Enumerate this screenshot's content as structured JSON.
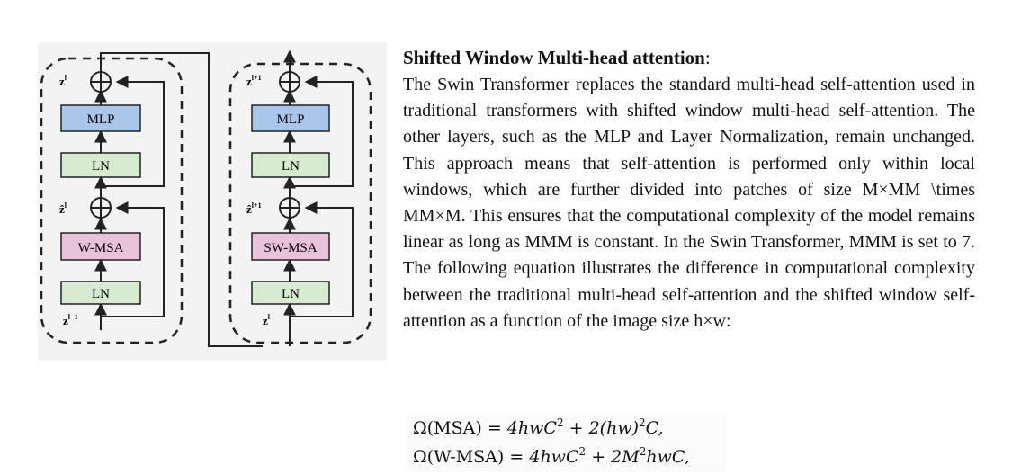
{
  "diagram": {
    "left_block": {
      "top_var": "z",
      "top_sup": "l",
      "mid_var": "ẑ",
      "mid_sup": "l",
      "bottom_var": "z",
      "bottom_sup": "l−1",
      "mlp_label": "MLP",
      "ln_top_label": "LN",
      "attention_label": "W-MSA",
      "ln_bottom_label": "LN"
    },
    "right_block": {
      "top_var": "z",
      "top_sup": "l+1",
      "mid_var": "ẑ",
      "mid_sup": "l+1",
      "bottom_var": "z",
      "bottom_sup": "l",
      "mlp_label": "MLP",
      "ln_top_label": "LN",
      "attention_label": "SW-MSA",
      "ln_bottom_label": "LN"
    },
    "colors": {
      "mlp_fill": "#a9c6ea",
      "ln_fill": "#d6ebcf",
      "attention_fill": "#e8c2d8",
      "stroke": "#222222",
      "background": "#f3f3f3"
    }
  },
  "text": {
    "heading": "Shifted Window Multi-head attention",
    "heading_colon": ":",
    "paragraph": "The Swin Transformer replaces the standard multi-head self-attention used in traditional transformers with shifted window multi-head self-attention. The other layers, such as the MLP and Layer Normalization, remain unchanged. This approach means that self-attention is performed only within local windows, which are further divided into patches of size M×MM \\times MM×M. This ensures that the computational complexity of the model remains linear as long as MMM is constant. In the Swin Transformer, MMM is set to 7. The following equation illustrates the difference in computational complexity between the traditional multi-head self-attention and the shifted window self-attention as a function of the image size h×w:"
  },
  "equations": {
    "eq1": {
      "lhs": "Ω(MSA)",
      "rhs_term1": "4hwC",
      "rhs_term1_exp": "2",
      "rhs_term2": "2(hw)",
      "rhs_term2_exp": "2",
      "rhs_term2_tail": "C,"
    },
    "eq2": {
      "lhs": "Ω(W-MSA)",
      "rhs_term1": "4hwC",
      "rhs_term1_exp": "2",
      "rhs_term2": "2M",
      "rhs_term2_exp": "2",
      "rhs_term2_tail": "hwC,"
    }
  }
}
